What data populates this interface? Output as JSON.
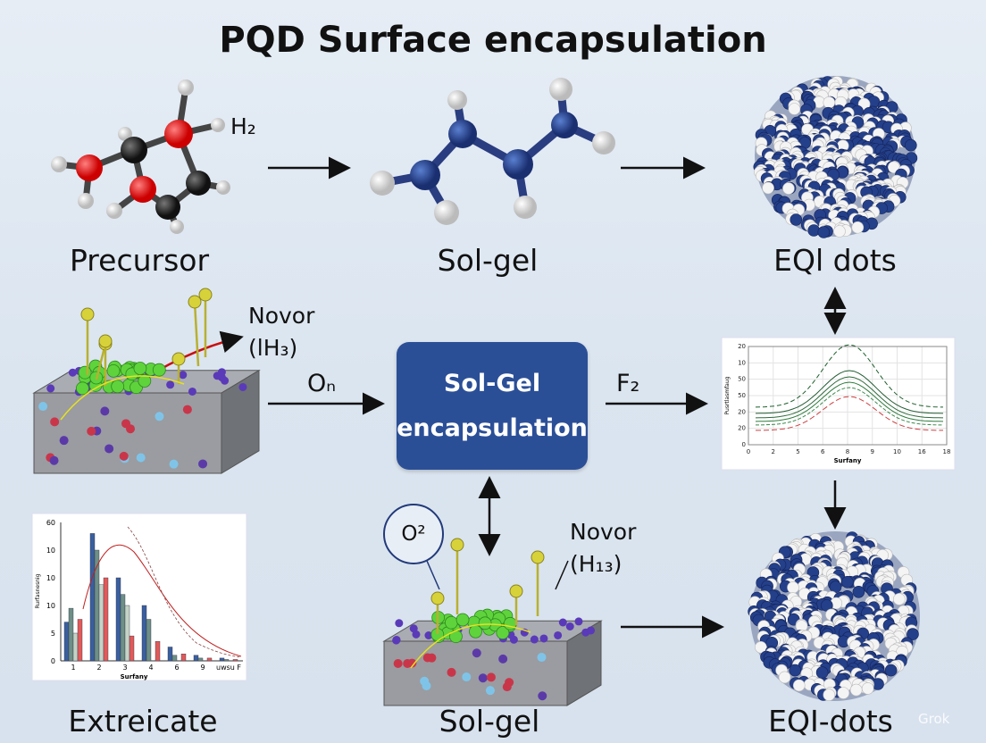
{
  "title": "PQD Surface encapsulation",
  "labels": {
    "precursor": "Precursor",
    "solgel_top": "Sol-gel",
    "eql_dots": "EQl dots",
    "extreicate": "Extreicate",
    "solgel_bottom": "Sol-gel",
    "eqi_dots": "EQI-dots"
  },
  "annotations": {
    "h2": "H₂",
    "novor_top_1": "Novor",
    "novor_top_2": "(lH₃)",
    "on": "Oₙ",
    "f2": "F₂",
    "o2": "O²",
    "novor_bottom_1": "Novor",
    "novor_bottom_2": "(H₁₃)"
  },
  "center_box": {
    "line1": "Sol-Gel",
    "line2": "encapsulation",
    "color": "#2b4f97"
  },
  "colors": {
    "oxygen": "#e0191b",
    "carbon": "#1a1a1a",
    "hydrogen": "#f2f2f2",
    "nitrogen": "#24408a",
    "ligand": "#d8d23a",
    "green_cluster": "#5fd33c"
  },
  "right_inset": {
    "xlabel": "Surfany",
    "ylabel": "Pusrtlasmfaug",
    "xticks": [
      "0",
      "2",
      "5",
      "6",
      "8",
      "9",
      "10",
      "16",
      "18"
    ],
    "yticks": [
      "20",
      "10",
      "50",
      "50",
      "20",
      "20",
      "0"
    ]
  },
  "left_inset": {
    "xlabel": "Surfany",
    "ylabel": "Rurfasnesnig",
    "xticks": [
      "1",
      "2",
      "3",
      "4",
      "6",
      "9",
      "uwsu F"
    ],
    "yticks": [
      "60",
      "10",
      "10",
      "10",
      "5",
      "0"
    ]
  },
  "watermark": "Grok"
}
